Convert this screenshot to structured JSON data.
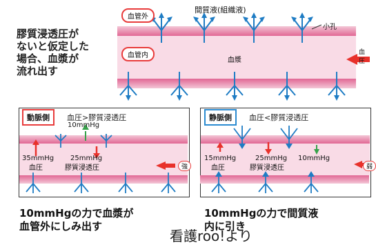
{
  "top": {
    "interstitial_label": "間質液(組織液)",
    "outside_tag": "血管外",
    "inside_tag": "血管内",
    "plasma_label": "血漿",
    "pore_label": "小孔",
    "note": "膠質浸透圧が\nないと仮定した\n場合、血漿が\n流れ出す",
    "cut_label": "血圧"
  },
  "arterial": {
    "tag": "動脈側",
    "title": "血圧>膠質浸透圧",
    "net_value": "10mmHg",
    "bp_value": "35mmHg",
    "bp_label": "血圧",
    "op_value": "25mmHg",
    "op_label": "膠質浸透圧",
    "strength": "強",
    "caption": "10mmHgの力で血漿が\n血管外にしみ出す"
  },
  "venous": {
    "tag": "静脈側",
    "title": "血圧<膠質浸透圧",
    "bp_value": "15mmHg",
    "bp_label": "血圧",
    "op_value": "25mmHg",
    "op_label": "膠質浸透圧",
    "net_value": "10mmHg",
    "strength": "弱",
    "caption": "10mmHgの力で間質液\n内に引き"
  },
  "credit": "看護roo!より",
  "colors": {
    "vessel_light": "#f7cfdf",
    "vessel_dark": "#e46b95",
    "arrow_blue": "#1e7cc4",
    "arrow_red": "#e8312b",
    "arrow_green": "#36a24a",
    "tag_border": "#e83b3b",
    "tag_border_blue": "#2a8ad0"
  }
}
